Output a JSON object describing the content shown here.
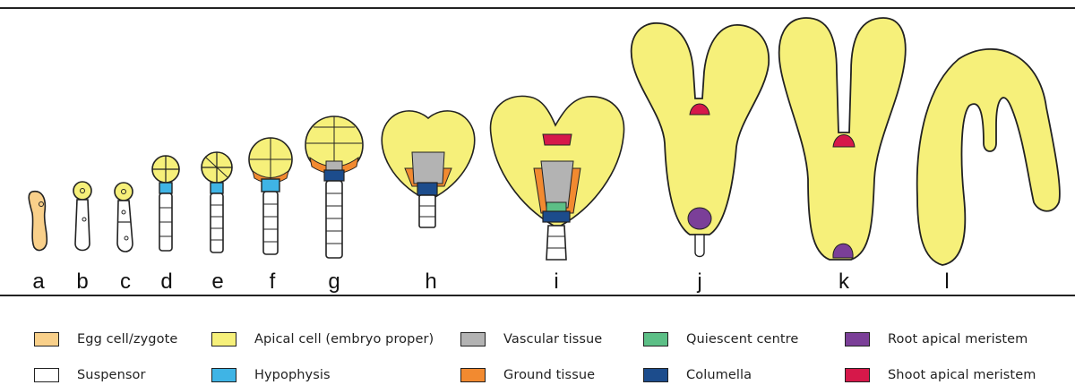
{
  "colors": {
    "egg": "#f9d08a",
    "apical": "#f6f07a",
    "vascular": "#b3b3b3",
    "quiescent": "#5cbf86",
    "root_meristem": "#7b3f98",
    "suspensor": "#ffffff",
    "hypophysis": "#3fb4e5",
    "ground": "#f28a30",
    "columella": "#1c4c8c",
    "shoot_meristem": "#d6184a",
    "outline": "#222222"
  },
  "stages": [
    "a",
    "b",
    "c",
    "d",
    "e",
    "f",
    "g",
    "h",
    "i",
    "j",
    "k",
    "l"
  ],
  "legend": [
    {
      "key": "egg",
      "label": "Egg cell/zygote"
    },
    {
      "key": "apical",
      "label": "Apical cell (embryo proper)"
    },
    {
      "key": "vascular",
      "label": "Vascular tissue"
    },
    {
      "key": "quiescent",
      "label": "Quiescent centre"
    },
    {
      "key": "root_meristem",
      "label": "Root apical meristem"
    },
    {
      "key": "suspensor",
      "label": "Suspensor"
    },
    {
      "key": "hypophysis",
      "label": "Hypophysis"
    },
    {
      "key": "ground",
      "label": "Ground tissue"
    },
    {
      "key": "columella",
      "label": "Columella"
    },
    {
      "key": "shoot_meristem",
      "label": "Shoot apical meristem"
    }
  ]
}
